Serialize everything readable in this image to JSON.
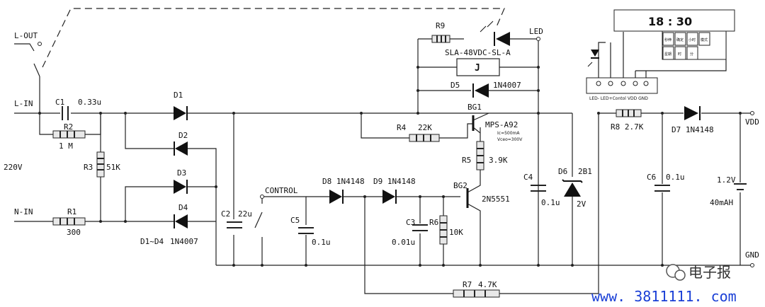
{
  "labels": {
    "l_out": "L-OUT",
    "l_in": "L-IN",
    "n_in": "N-IN",
    "v220": "220V",
    "c1": "C1",
    "c1_val": "0.33u",
    "r2": "R2",
    "r2_val": "1 M",
    "r3": "R3",
    "r3_val": "51K",
    "r1": "R1",
    "r1_val": "300",
    "d1": "D1",
    "d2": "D2",
    "d3": "D3",
    "d4": "D4",
    "d_range": "D1~D4",
    "d_part": "1N4007",
    "c2": "C2",
    "c2_val": "22u",
    "control": "CONTROL",
    "c5": "C5",
    "c5_val": "0.1u",
    "d8": "D8 1N4148",
    "d9": "D9 1N4148",
    "c3": "C3",
    "c3_val": "0.01u",
    "r6": "R6",
    "r6_val": "10K",
    "bg2": "BG2",
    "bg2_part": "2N5551",
    "r5": "R5",
    "r5_val": "3.9K",
    "r4": "R4",
    "r4_val": "22K",
    "bg1": "BG1",
    "bg1_part": "MPS-A92",
    "bg1_ic": "Ic=500mA",
    "bg1_vceo": "Vceo=300V",
    "d5": "D5",
    "d5_part": "1N4007",
    "relay": "J",
    "relay_part": "SLA-48VDC-SL-A",
    "r9": "R9",
    "led": "LED",
    "c4": "C4",
    "c4_val": "0.1u",
    "d6": "D6",
    "d6_part": "2B1",
    "d6_val": "2V",
    "r8": "R8 2.7K",
    "d7": "D7 1N4148",
    "c6": "C6",
    "c6_val": "0.1u",
    "bat_v": "1.2V",
    "bat_cap": "40mAH",
    "vdd": "VDD",
    "gnd": "GND",
    "r7": "R7",
    "r7_val": "4.7K",
    "module_pins": "LED- LED+Contol VDD GND",
    "clock": "18 : 30",
    "keys": [
      "秒伸",
      "确定",
      "小时",
      "模式",
      "星期",
      "时",
      "分"
    ]
  },
  "watermark": {
    "brand": "电子报",
    "url": "www. 3811111. com"
  }
}
